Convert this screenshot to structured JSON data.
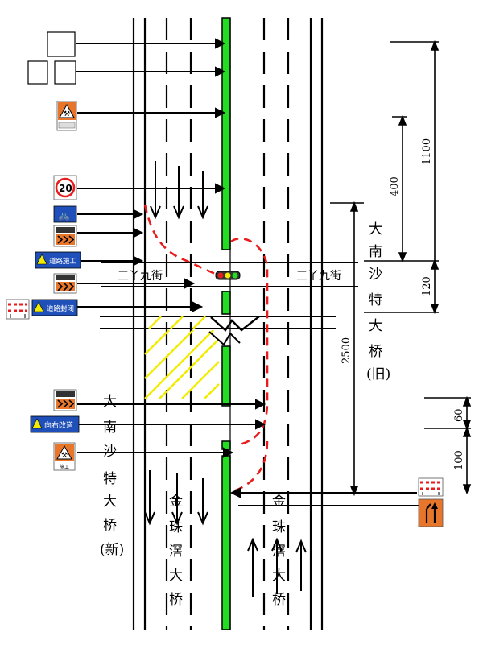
{
  "colors": {
    "median_green": "#22dd22",
    "closure_red": "#e81c1c",
    "hatch_yellow": "#f2ec00",
    "sign_blue": "#1f4fb8",
    "sign_orange": "#e8762a"
  },
  "labels": {
    "cross_street_left": "三丫九街",
    "cross_street_right": "三丫九街",
    "old_bridge": [
      "大",
      "南",
      "沙",
      "特",
      "大",
      "桥",
      "(旧)"
    ],
    "new_bridge": [
      "大",
      "南",
      "沙",
      "特",
      "大",
      "桥",
      "(新)"
    ],
    "jinzhu_left": [
      "金",
      "珠",
      "滘",
      "大",
      "桥"
    ],
    "jinzhu_right": [
      "金",
      "珠",
      "滘",
      "大",
      "桥"
    ]
  },
  "dimensions": {
    "d1100": "1100",
    "d400": "400",
    "d120": "120",
    "d2500": "2500",
    "d60": "60",
    "d100": "100"
  },
  "signs": {
    "speed_limit": "20",
    "road_work": "道路施工",
    "road_closed": "道路封闭",
    "detour_right": "向右改道",
    "warning_caption": "施工"
  }
}
